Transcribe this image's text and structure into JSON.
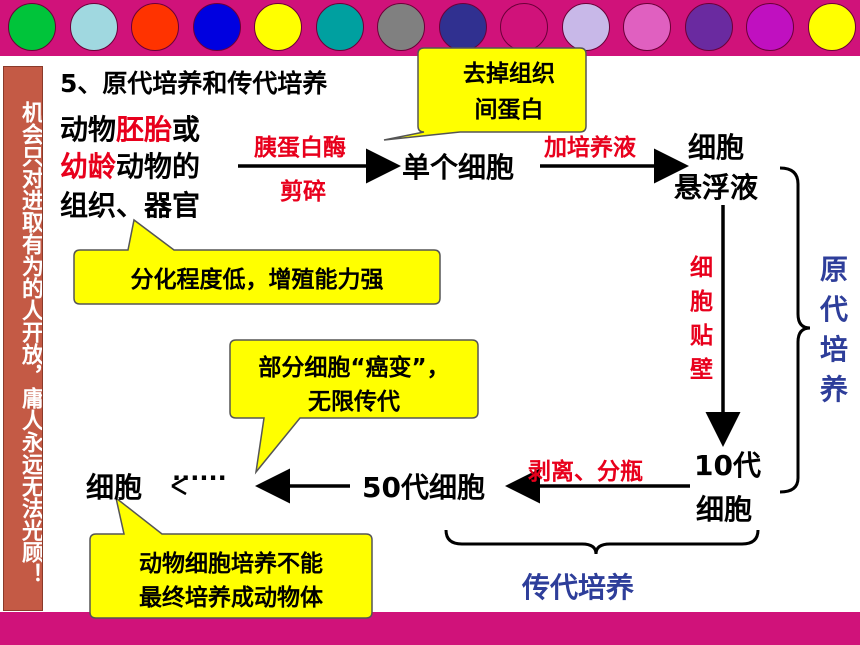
{
  "palette": {
    "banner": "#d0127a",
    "sidebar": "#c45a45",
    "callout_fill": "#ffff00",
    "red_text": "#e8001c",
    "blue_text": "#2e3e9a",
    "dots": [
      "#00c43a",
      "#a0d8e0",
      "#ff3300",
      "#0000e0",
      "#ffff00",
      "#00a0a0",
      "#808080",
      "#303090",
      "#d0127a",
      "#c8b8e8",
      "#e060c0",
      "#6a2aa0",
      "#c010c0",
      "#ffff00"
    ]
  },
  "sidebar": {
    "motto": "机会只对进取有为的人开放，庸人永远无法光顾！"
  },
  "title": "5、原代培养和传代培养",
  "source": {
    "line1_a": "动物",
    "line1_b": "胚胎",
    "line1_c": "或",
    "line2_a": "幼龄",
    "line2_b": "动物的",
    "line3": "组织、器官"
  },
  "steps": {
    "enzyme": "胰蛋白酶",
    "mince": "剪碎",
    "single_cell": "单个细胞",
    "add_medium": "加培养液",
    "suspension_1": "细胞",
    "suspension_2": "悬浮液",
    "adherence": [
      "细",
      "胞",
      "贴",
      "壁"
    ],
    "gen10_1": "10代",
    "gen10_2": "细胞",
    "detach": "剥离、分瓶",
    "gen50": "50代细胞",
    "cell_final": "细胞",
    "dots": "······"
  },
  "labels": {
    "primary": [
      "原",
      "代",
      "培",
      "养"
    ],
    "passage": "传代培养"
  },
  "callouts": {
    "remove_protein_1": "去掉组织",
    "remove_protein_2": "间蛋白",
    "low_diff": "分化程度低，增殖能力强",
    "cancer_1": "部分细胞“癌变”，",
    "cancer_2": "无限传代",
    "no_animal_1": "动物细胞培养不能",
    "no_animal_2": "最终培养成动物体"
  }
}
